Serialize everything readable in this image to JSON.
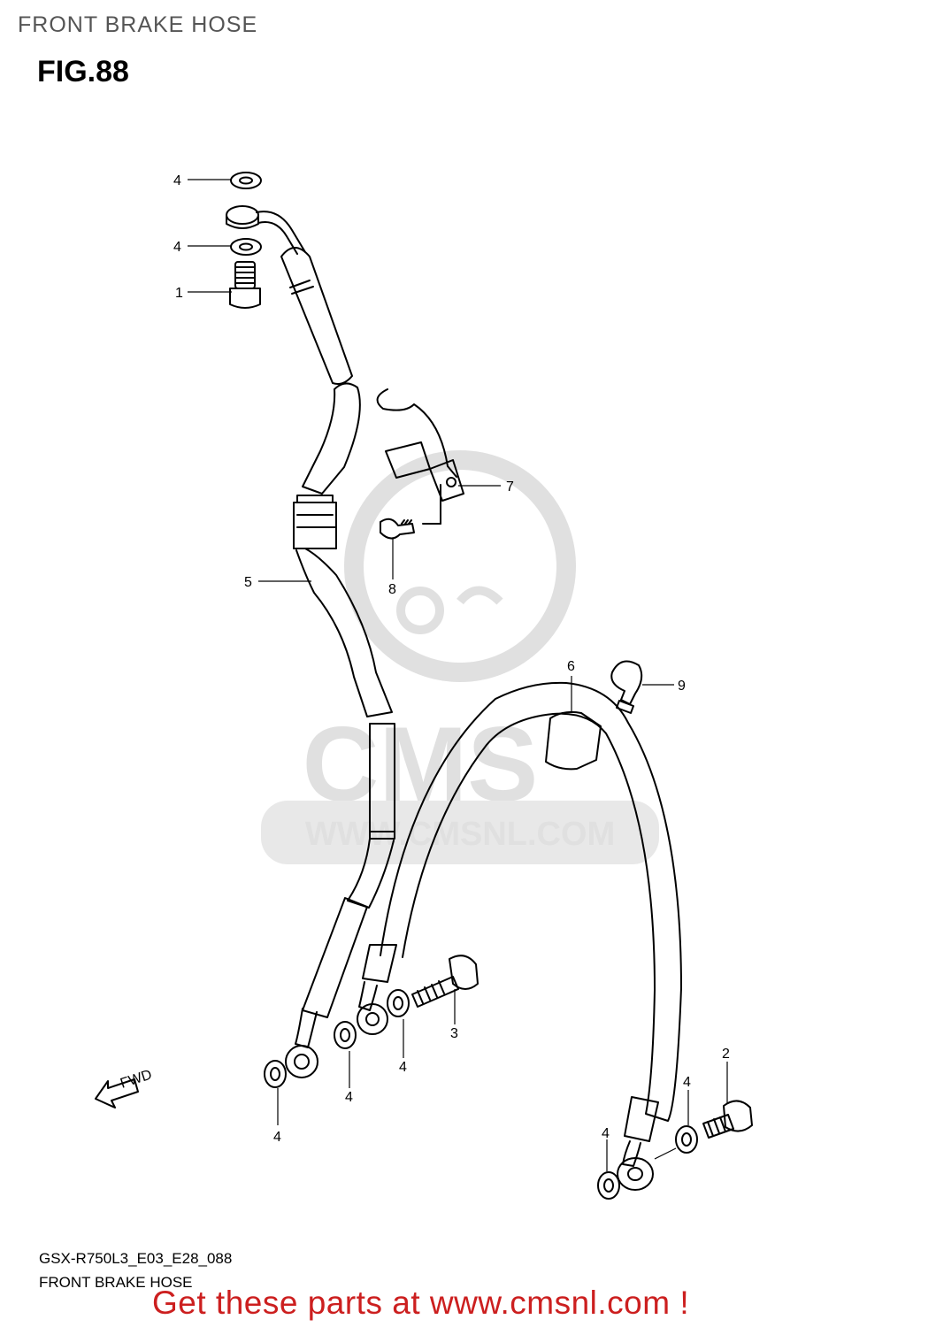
{
  "header": {
    "title": "FRONT BRAKE HOSE"
  },
  "figure": {
    "label": "FIG.88"
  },
  "watermark": {
    "logo": "CMS",
    "url": "WWW.CMSNL.COM"
  },
  "direction": {
    "label": "FWD"
  },
  "callouts": [
    {
      "id": "c-4a",
      "text": "4"
    },
    {
      "id": "c-4b",
      "text": "4"
    },
    {
      "id": "c-1",
      "text": "1"
    },
    {
      "id": "c-7",
      "text": "7"
    },
    {
      "id": "c-8",
      "text": "8"
    },
    {
      "id": "c-5",
      "text": "5"
    },
    {
      "id": "c-6",
      "text": "6"
    },
    {
      "id": "c-9",
      "text": "9"
    },
    {
      "id": "c-3",
      "text": "3"
    },
    {
      "id": "c-4c",
      "text": "4"
    },
    {
      "id": "c-4d",
      "text": "4"
    },
    {
      "id": "c-4e",
      "text": "4"
    },
    {
      "id": "c-2",
      "text": "2"
    },
    {
      "id": "c-4f",
      "text": "4"
    },
    {
      "id": "c-4g",
      "text": "4"
    }
  ],
  "footer": {
    "model_code": "GSX-R750L3_E03_E28_088",
    "caption": "FRONT BRAKE HOSE",
    "cta": "Get these parts at www.cmsnl.com !"
  },
  "colors": {
    "line": "#000000",
    "cta": "#cc1f1f",
    "watermark": "#dddddd"
  }
}
